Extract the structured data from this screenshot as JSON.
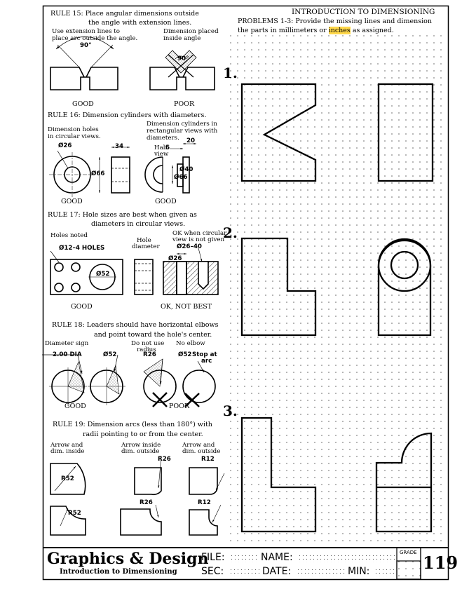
{
  "header": {
    "title": "INTRODUCTION TO DIMENSIONING",
    "problems_line1": "PROBLEMS 1-3: Provide the missing lines and dimension",
    "problems_line2_before": "the parts in millimeters or ",
    "problems_line2_highlight": "inches",
    "problems_line2_after": " as assigned."
  },
  "problems": {
    "p1": "1.",
    "p2": "2.",
    "p3": "3."
  },
  "rule15": {
    "line1": "RULE 15:  Place angular dimensions outside",
    "line2": "the angle with extension lines.",
    "note_left_1": "Use extension lines to",
    "note_left_2": "place arc outside the angle.",
    "note_right_1": "Dimension placed",
    "note_right_2": "inside angle",
    "angle_good": "90°",
    "angle_poor": "90°",
    "good": "GOOD",
    "poor": "POOR"
  },
  "rule16": {
    "line1": "RULE 16: Dimension cylinders with diameters.",
    "note_a_1": "Dimension holes",
    "note_a_2": "in circular views.",
    "note_b_1": "Dimension cylinders in",
    "note_b_2": "rectangular views with",
    "note_b_3": "diameters.",
    "half_1": "Half",
    "half_2": "view",
    "d26": "Ø26",
    "d34": "34",
    "d66": "Ø66",
    "d20": "20",
    "d6": "6",
    "d40": "Ø40",
    "d66b": "Ø66",
    "good1": "GOOD",
    "good2": "GOOD"
  },
  "rule17": {
    "line1": "RULE 17:  Hole sizes are best when given as",
    "line2": "diameters in circular views.",
    "holes_noted": "Holes noted",
    "hole_1": "Hole",
    "hole_2": "diameter",
    "ok_1": "OK when circular",
    "ok_2": "view is not given",
    "holes_callout": "Ø12–4 HOLES",
    "d52": "Ø52",
    "d26": "Ø26",
    "d26_40": "Ø26–40",
    "good": "GOOD",
    "ok_not_best": "OK, NOT BEST"
  },
  "rule18": {
    "line1": "RULE 18:  Leaders should have horizontal elbows",
    "line2": "and point toward the hole's center.",
    "diameter_sign": "Diameter sign",
    "do_not_1": "Do not use",
    "do_not_2": "radius",
    "no_elbow": "No elbow",
    "dia_callout": "2.00  DIA",
    "d52": "Ø52",
    "r26": "R26",
    "d52b": "Ø52",
    "stop_1": "Stop  at",
    "stop_2": "arc",
    "good": "GOOD",
    "poor": "POOR"
  },
  "rule19": {
    "line1": "RULE 19:  Dimension arcs (less than 180°) with",
    "line2": "radii pointing to or from the center.",
    "a1_1": "Arrow and",
    "a1_2": "dim. inside",
    "a2_1": "Arrow inside",
    "a2_2": "dim. outside",
    "a3_1": "Arrow and",
    "a3_2": "dim. outside",
    "r52a": "R52",
    "r26a": "R26",
    "r12a": "R12",
    "r52b": "R52",
    "r26b": "R26",
    "r12b": "R12"
  },
  "footer": {
    "brand": "Graphics & Design",
    "subtitle": "Introduction to Dimensioning",
    "file": "FILE:",
    "name": "NAME:",
    "sec": "SEC:",
    "date": "DATE:",
    "min": "MIN:",
    "grade": "GRADE",
    "page": "119"
  }
}
